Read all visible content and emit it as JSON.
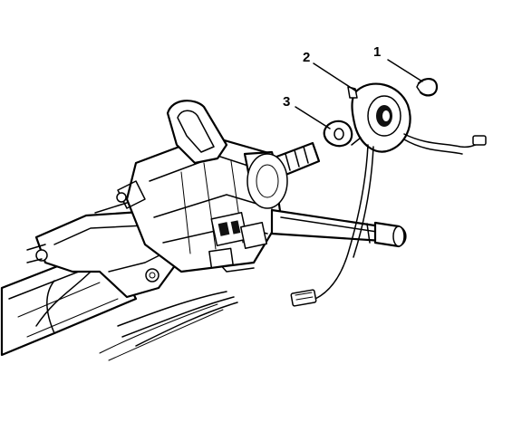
{
  "diagram": {
    "callouts": [
      {
        "label": "1",
        "part": "retaining-ring"
      },
      {
        "label": "2",
        "part": "inflatable-restraint-coil"
      },
      {
        "label": "3",
        "part": "wave-washer"
      }
    ]
  }
}
